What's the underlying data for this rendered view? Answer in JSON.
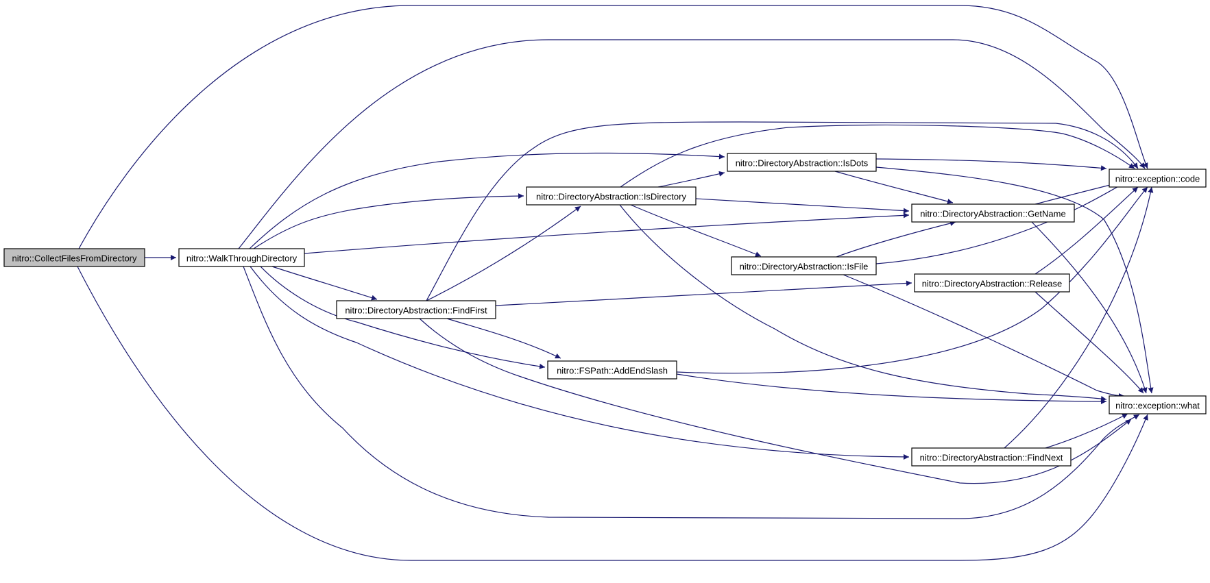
{
  "graph": {
    "colors": {
      "edge": "#191970",
      "node_fill": "#ffffff",
      "root_fill": "#bfbfbf",
      "node_border": "#000000"
    },
    "nodes": [
      {
        "id": "collect",
        "label": "nitro::CollectFilesFromDirectory",
        "root": true
      },
      {
        "id": "walk",
        "label": "nitro::WalkThroughDirectory"
      },
      {
        "id": "findfirst",
        "label": "nitro::DirectoryAbstraction::FindFirst"
      },
      {
        "id": "isdirectory",
        "label": "nitro::DirectoryAbstraction::IsDirectory"
      },
      {
        "id": "addendslash",
        "label": "nitro::FSPath::AddEndSlash"
      },
      {
        "id": "isdots",
        "label": "nitro::DirectoryAbstraction::IsDots"
      },
      {
        "id": "isfile",
        "label": "nitro::DirectoryAbstraction::IsFile"
      },
      {
        "id": "getname",
        "label": "nitro::DirectoryAbstraction::GetName"
      },
      {
        "id": "release",
        "label": "nitro::DirectoryAbstraction::Release"
      },
      {
        "id": "findnext",
        "label": "nitro::DirectoryAbstraction::FindNext"
      },
      {
        "id": "code",
        "label": "nitro::exception::code"
      },
      {
        "id": "what",
        "label": "nitro::exception::what"
      }
    ],
    "edges": [
      {
        "from": "collect",
        "to": "walk"
      },
      {
        "from": "collect",
        "to": "code"
      },
      {
        "from": "collect",
        "to": "what"
      },
      {
        "from": "walk",
        "to": "code"
      },
      {
        "from": "walk",
        "to": "isdots"
      },
      {
        "from": "walk",
        "to": "isdirectory"
      },
      {
        "from": "walk",
        "to": "getname"
      },
      {
        "from": "walk",
        "to": "findfirst"
      },
      {
        "from": "walk",
        "to": "addendslash"
      },
      {
        "from": "walk",
        "to": "findnext"
      },
      {
        "from": "walk",
        "to": "what"
      },
      {
        "from": "findfirst",
        "to": "code"
      },
      {
        "from": "findfirst",
        "to": "isdirectory"
      },
      {
        "from": "findfirst",
        "to": "release"
      },
      {
        "from": "findfirst",
        "to": "addendslash"
      },
      {
        "from": "findfirst",
        "to": "what"
      },
      {
        "from": "isdirectory",
        "to": "code"
      },
      {
        "from": "isdirectory",
        "to": "isdots"
      },
      {
        "from": "isdirectory",
        "to": "getname"
      },
      {
        "from": "isdirectory",
        "to": "isfile"
      },
      {
        "from": "isdirectory",
        "to": "what"
      },
      {
        "from": "isdots",
        "to": "code"
      },
      {
        "from": "isdots",
        "to": "getname"
      },
      {
        "from": "isdots",
        "to": "what"
      },
      {
        "from": "isfile",
        "to": "getname"
      },
      {
        "from": "isfile",
        "to": "code"
      },
      {
        "from": "isfile",
        "to": "what"
      },
      {
        "from": "getname",
        "to": "code"
      },
      {
        "from": "getname",
        "to": "what"
      },
      {
        "from": "release",
        "to": "code"
      },
      {
        "from": "release",
        "to": "what"
      },
      {
        "from": "addendslash",
        "to": "code"
      },
      {
        "from": "addendslash",
        "to": "what"
      },
      {
        "from": "findnext",
        "to": "code"
      },
      {
        "from": "findnext",
        "to": "what"
      }
    ]
  }
}
